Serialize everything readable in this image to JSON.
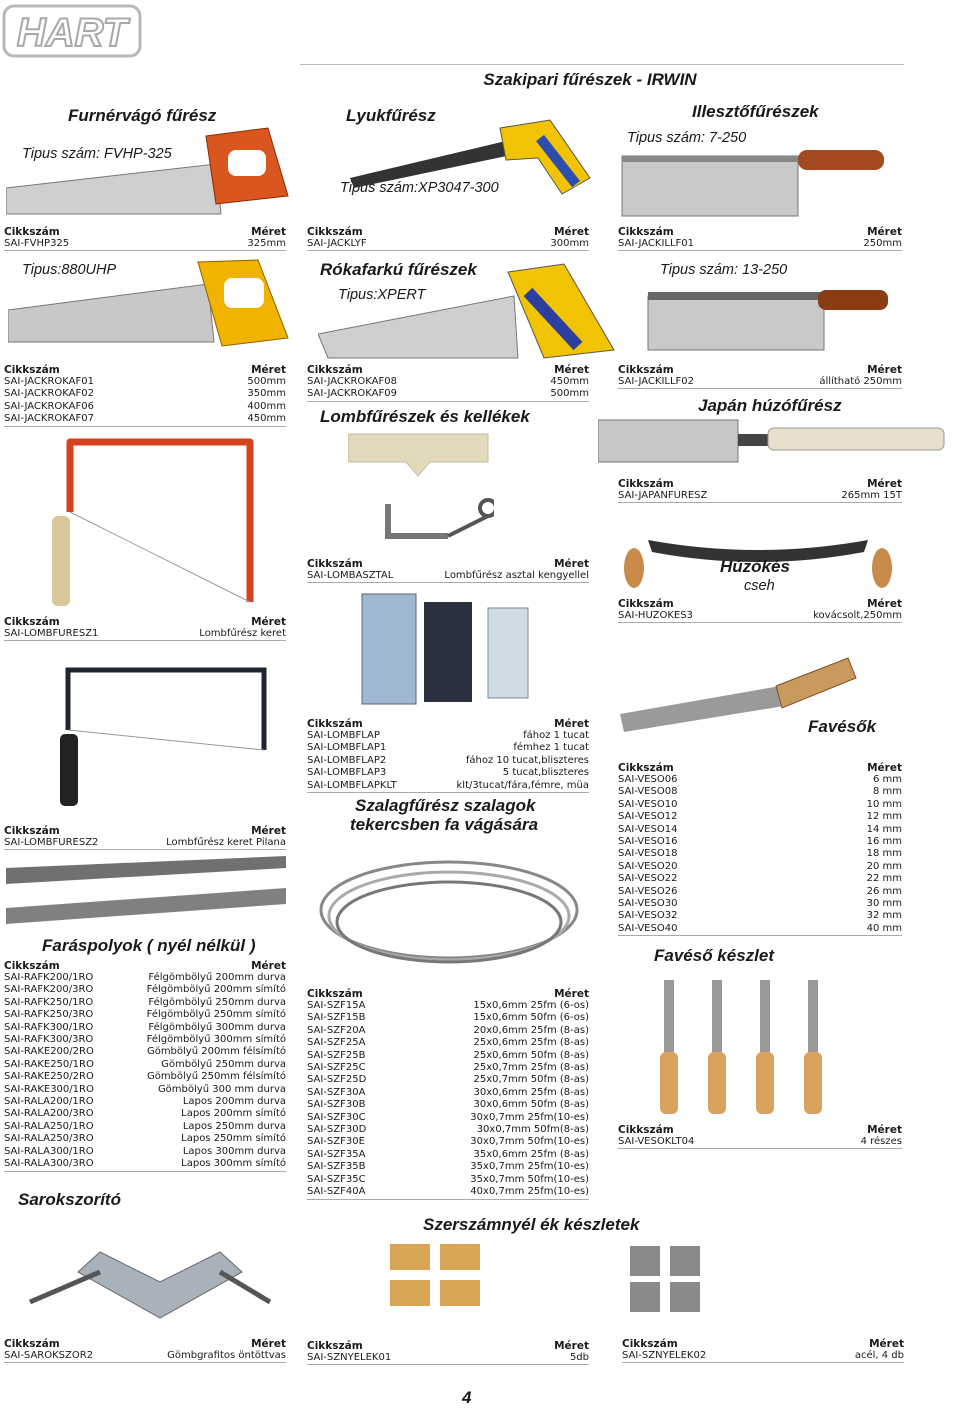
{
  "header": {
    "logo": "HART",
    "title": "Szakipari fűrészek - IRWIN"
  },
  "labels": {
    "code": "Cikkszám",
    "size": "Méret"
  },
  "s1": {
    "title": "Furnérvágó fűrész",
    "type": "Tipus szám: FVHP-325",
    "rows": [
      [
        "SAI-FVHP325",
        "325mm"
      ]
    ]
  },
  "s2": {
    "title": "Lyukfűrész",
    "type": "Tipus szám:XP3047-300",
    "rows": [
      [
        "SAI-JACKLYF",
        "300mm"
      ]
    ]
  },
  "s3": {
    "title": "Illesztőfűrészek",
    "type": "Tipus szám: 7-250",
    "rows": [
      [
        "SAI-JACKILLF01",
        "250mm"
      ]
    ]
  },
  "s4": {
    "type": "Tipus:880UHP",
    "rows": [
      [
        "SAI-JACKROKAF01",
        "500mm"
      ],
      [
        "SAI-JACKROKAF02",
        "350mm"
      ],
      [
        "SAI-JACKROKAF06",
        "400mm"
      ],
      [
        "SAI-JACKROKAF07",
        "450mm"
      ]
    ]
  },
  "s5": {
    "title": "Rókafarkú fűrészek",
    "type": "Tipus:XPERT",
    "rows": [
      [
        "SAI-JACKROKAF08",
        "450mm"
      ],
      [
        "SAI-JACKROKAF09",
        "500mm"
      ]
    ]
  },
  "s6": {
    "type": "Tipus szám: 13-250",
    "rows": [
      [
        "SAI-JACKILLF02",
        "állítható 250mm"
      ]
    ]
  },
  "s7": {
    "title": "Lombfűrészek és kellékek"
  },
  "s8": {
    "title": "Japán húzófűrész",
    "rows": [
      [
        "SAI-JAPANFURESZ",
        "265mm 15T"
      ]
    ]
  },
  "s9": {
    "rows": [
      [
        "SAI-LOMBASZTAL",
        "Lombfűrész asztal kengyellel"
      ]
    ]
  },
  "s10": {
    "rows": [
      [
        "SAI-LOMBFURESZ1",
        "Lombfűrész keret"
      ]
    ]
  },
  "s11": {
    "title": "Húzókés",
    "subtitle": "cseh",
    "rows": [
      [
        "SAI-HUZOKES3",
        "kovácsolt,250mm"
      ]
    ]
  },
  "s12": {
    "rows": [
      [
        "SAI-LOMBFLAP",
        "fához 1 tucat"
      ],
      [
        "SAI-LOMBFLAP1",
        "fémhez 1 tucat"
      ],
      [
        "SAI-LOMBFLAP2",
        "fához 10 tucat,bliszteres"
      ],
      [
        "SAI-LOMBFLAP3",
        "5 tucat,bliszteres"
      ],
      [
        "SAI-LOMBFLAPKLT",
        "klt/3tucat/fára,fémre, müa"
      ]
    ]
  },
  "s13": {
    "title": "Favésők",
    "rows": [
      [
        "SAI-VESO06",
        "6 mm"
      ],
      [
        "SAI-VESO08",
        "8 mm"
      ],
      [
        "SAI-VESO10",
        "10 mm"
      ],
      [
        "SAI-VESO12",
        "12 mm"
      ],
      [
        "SAI-VESO14",
        "14 mm"
      ],
      [
        "SAI-VESO16",
        "16 mm"
      ],
      [
        "SAI-VESO18",
        "18 mm"
      ],
      [
        "SAI-VESO20",
        "20 mm"
      ],
      [
        "SAI-VESO22",
        "22 mm"
      ],
      [
        "SAI-VESO26",
        "26 mm"
      ],
      [
        "SAI-VESO30",
        "30 mm"
      ],
      [
        "SAI-VESO32",
        "32 mm"
      ],
      [
        "SAI-VESO40",
        "40 mm"
      ]
    ]
  },
  "s14": {
    "rows": [
      [
        "SAI-LOMBFURESZ2",
        "Lombfűrész keret Pilana"
      ]
    ]
  },
  "s15": {
    "title": "Szalagfűrész szalagok",
    "title2": "tekercsben fa vágására"
  },
  "s16": {
    "title": "Faráspolyok  ( nyél nélkül )",
    "rows": [
      [
        "SAI-RAFK200/1RO",
        "Félgömbölyű  200mm durva"
      ],
      [
        "SAI-RAFK200/3RO",
        "Félgömbölyű  200mm símító"
      ],
      [
        "SAI-RAFK250/1RO",
        "Félgömbölyű  250mm durva"
      ],
      [
        "SAI-RAFK250/3RO",
        "Félgömbölyű  250mm símító"
      ],
      [
        "SAI-RAFK300/1RO",
        "Félgömbölyű  300mm durva"
      ],
      [
        "SAI-RAFK300/3RO",
        "Félgömbölyű  300mm símító"
      ],
      [
        "SAI-RAKE200/2RO",
        "Gömbölyű  200mm félsímító"
      ],
      [
        "SAI-RAKE250/1RO",
        "Gömbölyű  250mm durva"
      ],
      [
        "SAI-RAKE250/2RO",
        "Gömbölyű  250mm félsímító"
      ],
      [
        "SAI-RAKE300/1RO",
        "Gömbölyű  300 mm durva"
      ],
      [
        "SAI-RALA200/1RO",
        "Lapos  200mm durva"
      ],
      [
        "SAI-RALA200/3RO",
        "Lapos  200mm símító"
      ],
      [
        "SAI-RALA250/1RO",
        "Lapos  250mm durva"
      ],
      [
        "SAI-RALA250/3RO",
        "Lapos  250mm símító"
      ],
      [
        "SAI-RALA300/1RO",
        "Lapos  300mm durva"
      ],
      [
        "SAI-RALA300/3RO",
        "Lapos  300mm símító"
      ]
    ]
  },
  "s17": {
    "rows": [
      [
        "SAI-SZF15A",
        "15x0,6mm 25fm (6-os)"
      ],
      [
        "SAI-SZF15B",
        "15x0,6mm 50fm (6-os)"
      ],
      [
        "SAI-SZF20A",
        "20x0,6mm 25fm (8-as)"
      ],
      [
        "SAI-SZF25A",
        "25x0,6mm 25fm (8-as)"
      ],
      [
        "SAI-SZF25B",
        "25x0,6mm 50fm (8-as)"
      ],
      [
        "SAI-SZF25C",
        "25x0,7mm 25fm (8-as)"
      ],
      [
        "SAI-SZF25D",
        "25x0,7mm 50fm (8-as)"
      ],
      [
        "SAI-SZF30A",
        "30x0,6mm 25fm (8-as)"
      ],
      [
        "SAI-SZF30B",
        "30x0,6mm 50fm (8-as)"
      ],
      [
        "SAI-SZF30C",
        "30x0,7mm 25fm(10-es)"
      ],
      [
        "SAI-SZF30D",
        "30x0,7mm 50fm(8-as)"
      ],
      [
        "SAI-SZF30E",
        "30x0,7mm 50fm(10-es)"
      ],
      [
        "SAI-SZF35A",
        "35x0,6mm 25fm (8-as)"
      ],
      [
        "SAI-SZF35B",
        "35x0,7mm 25fm(10-es)"
      ],
      [
        "SAI-SZF35C",
        "35x0,7mm 50fm(10-es)"
      ],
      [
        "SAI-SZF40A",
        "40x0,7mm 25fm(10-es)"
      ]
    ]
  },
  "s18": {
    "title": "Favéső készlet",
    "rows": [
      [
        "SAI-VESOKLT04",
        "4 részes"
      ]
    ]
  },
  "s19": {
    "title": "Sarokszorító",
    "rows": [
      [
        "SAI-SAROKSZOR2",
        "Gömbgrafitos öntöttvas"
      ]
    ]
  },
  "s20": {
    "title": "Szerszámnyél ék készletek",
    "rows": [
      [
        "SAI-SZNYELEK01",
        "5db"
      ]
    ]
  },
  "s21": {
    "rows": [
      [
        "SAI-SZNYELEK02",
        "acél, 4 db"
      ]
    ]
  },
  "page": {
    "number": "4"
  }
}
